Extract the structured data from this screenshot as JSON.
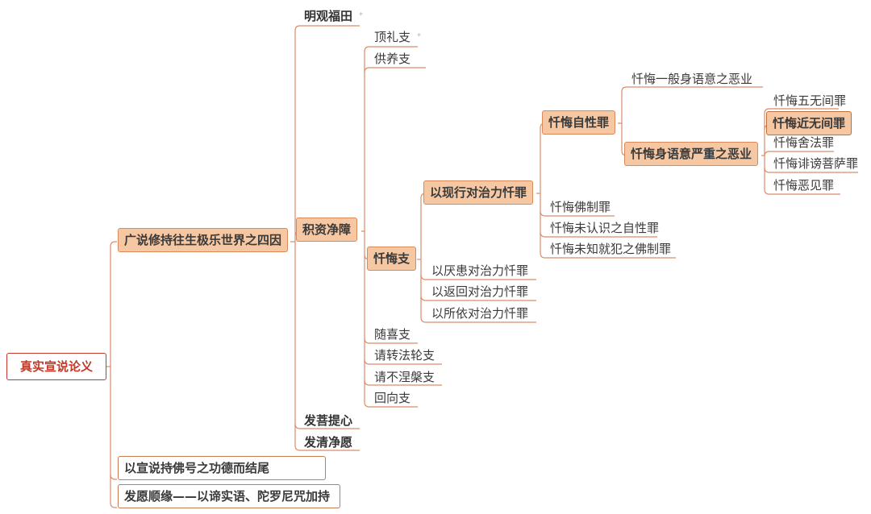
{
  "root": "真实宣说论义",
  "l1": {
    "sijyin": "广说修持往生极乐世界之四因",
    "merit_end": "以宣说持佛号之功德而结尾",
    "vow": "发愿顺缘——以谛实语、陀罗尼咒加持"
  },
  "l2": {
    "mingguan": "明观福田",
    "jizi": "积资净障",
    "faputi": "发菩提心",
    "faqing": "发清净愿"
  },
  "l3": {
    "dingli": "顶礼支",
    "gongyang": "供养支",
    "chanhui": "忏悔支",
    "suixi": "随喜支",
    "qingzhuan": "请转法轮支",
    "qingbu": "请不涅槃支",
    "huixiang": "回向支"
  },
  "l4": {
    "xianxing": "以现行对治力忏罪",
    "yanhuan": "以厌患对治力忏罪",
    "fanhui": "以返回对治力忏罪",
    "suoyi": "以所依对治力忏罪"
  },
  "l5": {
    "zixing": "忏悔自性罪",
    "fozhi": "忏悔佛制罪",
    "weirenshi": "忏悔未认识之自性罪",
    "weizhi": "忏悔未知就犯之佛制罪"
  },
  "l6": {
    "yiban": "忏悔一般身语意之恶业",
    "yanzhong": "忏悔身语意严重之恶业"
  },
  "l7": {
    "wuwujian": "忏悔五无间罪",
    "jinwujian": "忏悔近无间罪",
    "shefa": "忏悔舍法罪",
    "feibang": "忏悔诽谤菩萨罪",
    "ejian": "忏悔恶见罪"
  },
  "marker": "*",
  "colors": {
    "line": "#d98c6a",
    "fill": "#f6c7a3",
    "root": "#c0392b"
  }
}
